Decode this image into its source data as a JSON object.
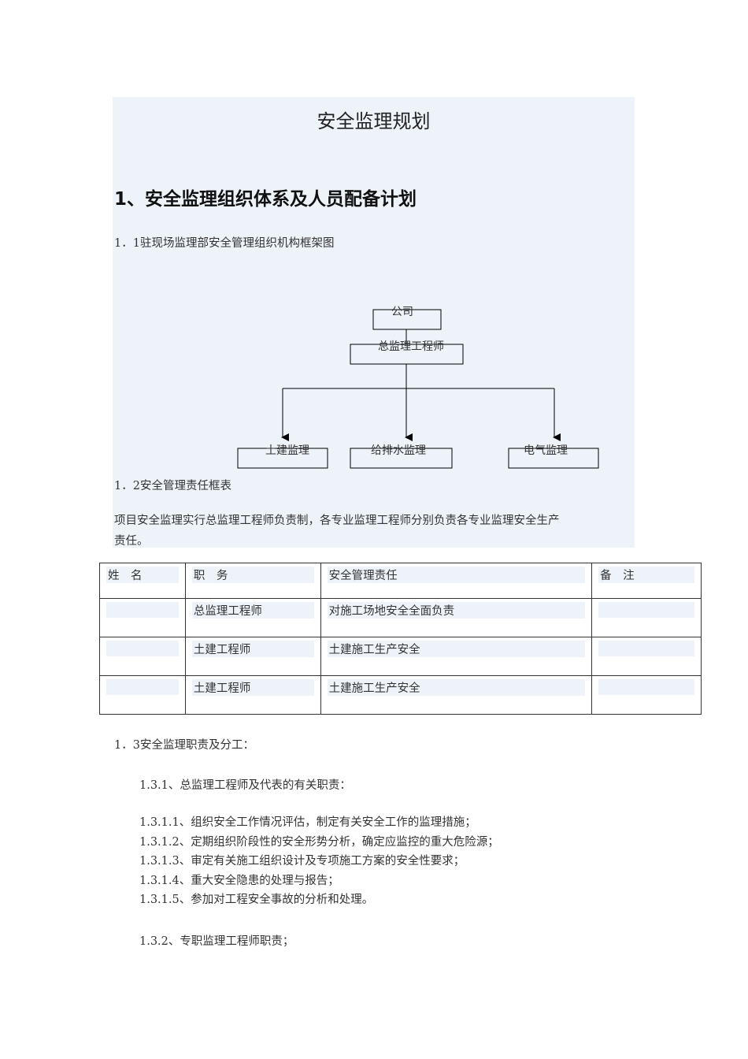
{
  "doc": {
    "title": "安全监理规划",
    "heading1": "1、安全监理组织体系及人员配备计划",
    "s1_1": "1．1驻现场监理部安全管理组织机构框架图",
    "org": {
      "company": "公司",
      "chief": "总监理工程师",
      "civil": "土建监理",
      "water": "给排水监理",
      "electric": "电气监理"
    },
    "s1_2": "1．2安全管理责任框表",
    "para1": "项目安全监理实行总监理工程师负责制，各专业监理工程师分别负责各专业监理安全生产",
    "para2": "责任。",
    "table": {
      "headers": [
        "姓　名",
        "职　务",
        "安全管理责任",
        "备　注"
      ],
      "rows": [
        [
          "",
          "总监理工程师",
          "对施工场地安全全面负责",
          ""
        ],
        [
          "",
          "土建工程师",
          "土建施工生产安全",
          ""
        ],
        [
          "",
          "土建工程师",
          "土建施工生产安全",
          ""
        ]
      ]
    },
    "s1_3": "1．3安全监理职责及分工：",
    "s1_3_1": "1.3.1、总监理工程师及代表的有关职责：",
    "items": [
      "1.3.1.1、组织安全工作情况评估，制定有关安全工作的监理措施；",
      "1.3.1.2、定期组织阶段性的安全形势分析，确定应监控的重大危险源；",
      "1.3.1.3、审定有关施工组织设计及专项施工方案的安全性要求；",
      "1.3.1.4、重大安全隐患的处理与报告；",
      "1.3.1.5、参加对工程安全事故的分析和处理。"
    ],
    "s1_3_2": "1.3.2、专职监理工程师职责；"
  }
}
